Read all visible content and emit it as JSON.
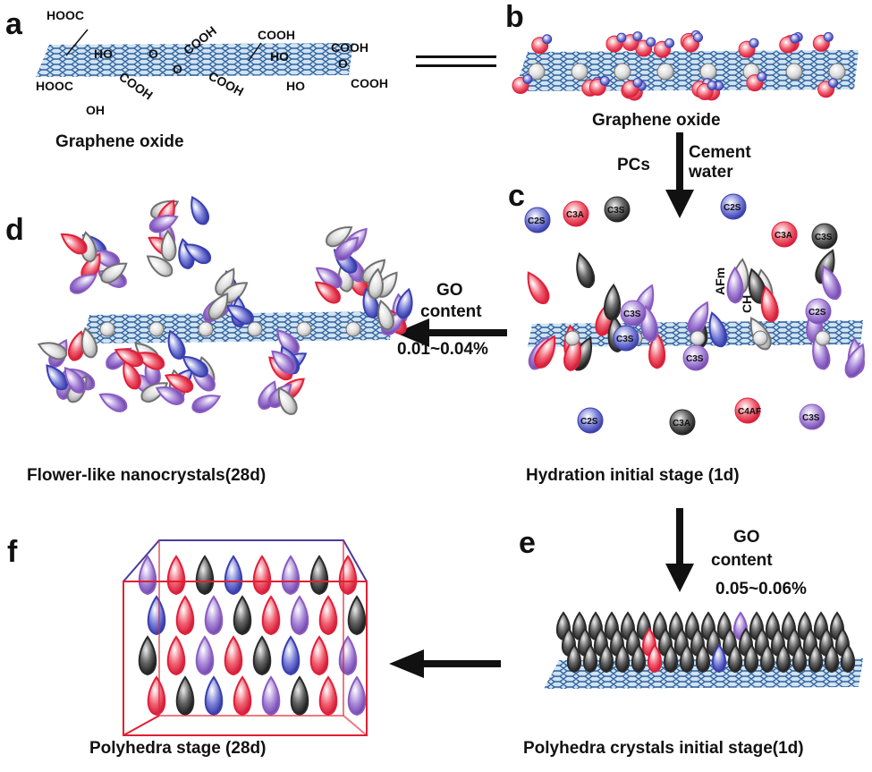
{
  "panels": {
    "a": {
      "letter": "a",
      "caption": "Graphene oxide",
      "groups": [
        "HOOC",
        "HO",
        "O",
        "COOH",
        "O",
        "COOH",
        "HO",
        "COOH",
        "O",
        "HOOC",
        "COOH",
        "OH",
        "COOH",
        "HO",
        "COOH"
      ]
    },
    "b": {
      "letter": "b",
      "caption": "Graphene oxide"
    },
    "c": {
      "letter": "c",
      "caption": "Hydration initial stage (1d)",
      "molecules": [
        "C2S",
        "C3A",
        "C3S",
        "C2S",
        "C3A",
        "C3S",
        "C2S",
        "C3A",
        "C4AF",
        "C3S",
        "C3S",
        "C3S",
        "C2S",
        "C3S"
      ],
      "products": [
        "AFm",
        "CH"
      ]
    },
    "d": {
      "letter": "d",
      "caption": "Flower-like nanocrystals(28d)"
    },
    "e": {
      "letter": "e",
      "caption": "Polyhedra crystals initial stage(1d)"
    },
    "f": {
      "letter": "f",
      "caption": "Polyhedra stage (28d)"
    }
  },
  "equals_sign": "=",
  "arrow_b_to_c": {
    "left_label": "PCs",
    "right_label_1": "Cement",
    "right_label_2": "water"
  },
  "arrow_c_to_d": {
    "label_1": "GO",
    "label_2": "content",
    "range": "0.01~0.04%"
  },
  "arrow_c_to_e": {
    "label_1": "GO",
    "label_2": "content",
    "range": "0.05~0.06%"
  },
  "colors": {
    "sheet": "#3a6ea8",
    "red": "#e0203a",
    "blue": "#3a3fb0",
    "purple": "#8a5cc0",
    "black": "#2a2a2a",
    "gray": "#707070"
  }
}
